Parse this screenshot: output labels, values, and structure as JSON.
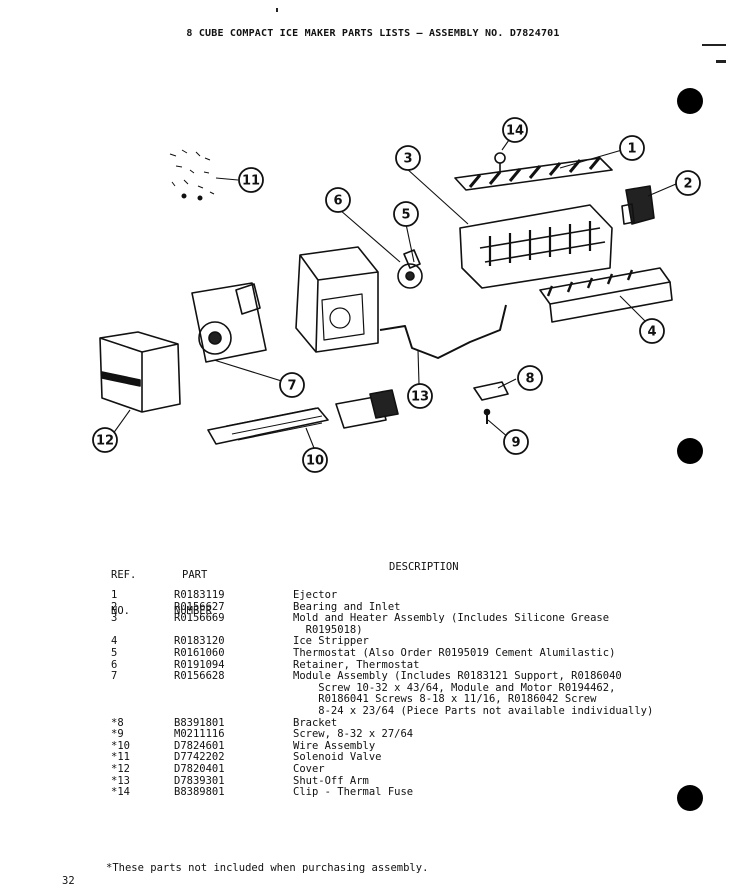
{
  "header": {
    "title": "8 CUBE COMPACT ICE MAKER PARTS LISTS — ASSEMBLY NO. D7824701"
  },
  "diagram": {
    "callouts": [
      "1",
      "2",
      "3",
      "4",
      "5",
      "6",
      "7",
      "8",
      "9",
      "10",
      "11",
      "12",
      "13",
      "14"
    ]
  },
  "parts_list": {
    "columns": {
      "ref_line1": "REF.",
      "ref_line2": "NO.",
      "part_line1": "PART",
      "part_line2": "NUMBER",
      "description": "DESCRIPTION"
    },
    "rows": [
      {
        "ref": "1",
        "part": "R0183119",
        "desc": [
          "Ejector"
        ]
      },
      {
        "ref": "2",
        "part": "R0156627",
        "desc": [
          "Bearing and Inlet"
        ]
      },
      {
        "ref": "3",
        "part": "R0156669",
        "desc": [
          "Mold and Heater Assembly (Includes Silicone Grease",
          "  R0195018)"
        ]
      },
      {
        "ref": "4",
        "part": "R0183120",
        "desc": [
          "Ice Stripper"
        ]
      },
      {
        "ref": "5",
        "part": "R0161060",
        "desc": [
          "Thermostat (Also Order R0195019 Cement Alumilastic)"
        ]
      },
      {
        "ref": "6",
        "part": "R0191094",
        "desc": [
          "Retainer, Thermostat"
        ]
      },
      {
        "ref": "7",
        "part": "R0156628",
        "desc": [
          "Module Assembly (Includes R0183121 Support, R0186040",
          "    Screw 10-32 x 43/64, Module and Motor R0194462,",
          "    R0186041 Screws 8-18 x 11/16, R0186042 Screw",
          "    8-24 x 23/64 (Piece Parts not available individually)"
        ]
      },
      {
        "ref": "*8",
        "part": "B8391801",
        "desc": [
          "Bracket"
        ]
      },
      {
        "ref": "*9",
        "part": "M0211116",
        "desc": [
          "Screw, 8-32 x 27/64"
        ]
      },
      {
        "ref": "*10",
        "part": "D7824601",
        "desc": [
          "Wire Assembly"
        ]
      },
      {
        "ref": "*11",
        "part": "D7742202",
        "desc": [
          "Solenoid Valve"
        ]
      },
      {
        "ref": "*12",
        "part": "D7820401",
        "desc": [
          "Cover"
        ]
      },
      {
        "ref": "*13",
        "part": "D7839301",
        "desc": [
          "Shut-Off Arm"
        ]
      },
      {
        "ref": "*14",
        "part": "B8389801",
        "desc": [
          "Clip - Thermal Fuse"
        ]
      }
    ]
  },
  "footnote": "*These parts not included when purchasing assembly.",
  "page_number": "32"
}
